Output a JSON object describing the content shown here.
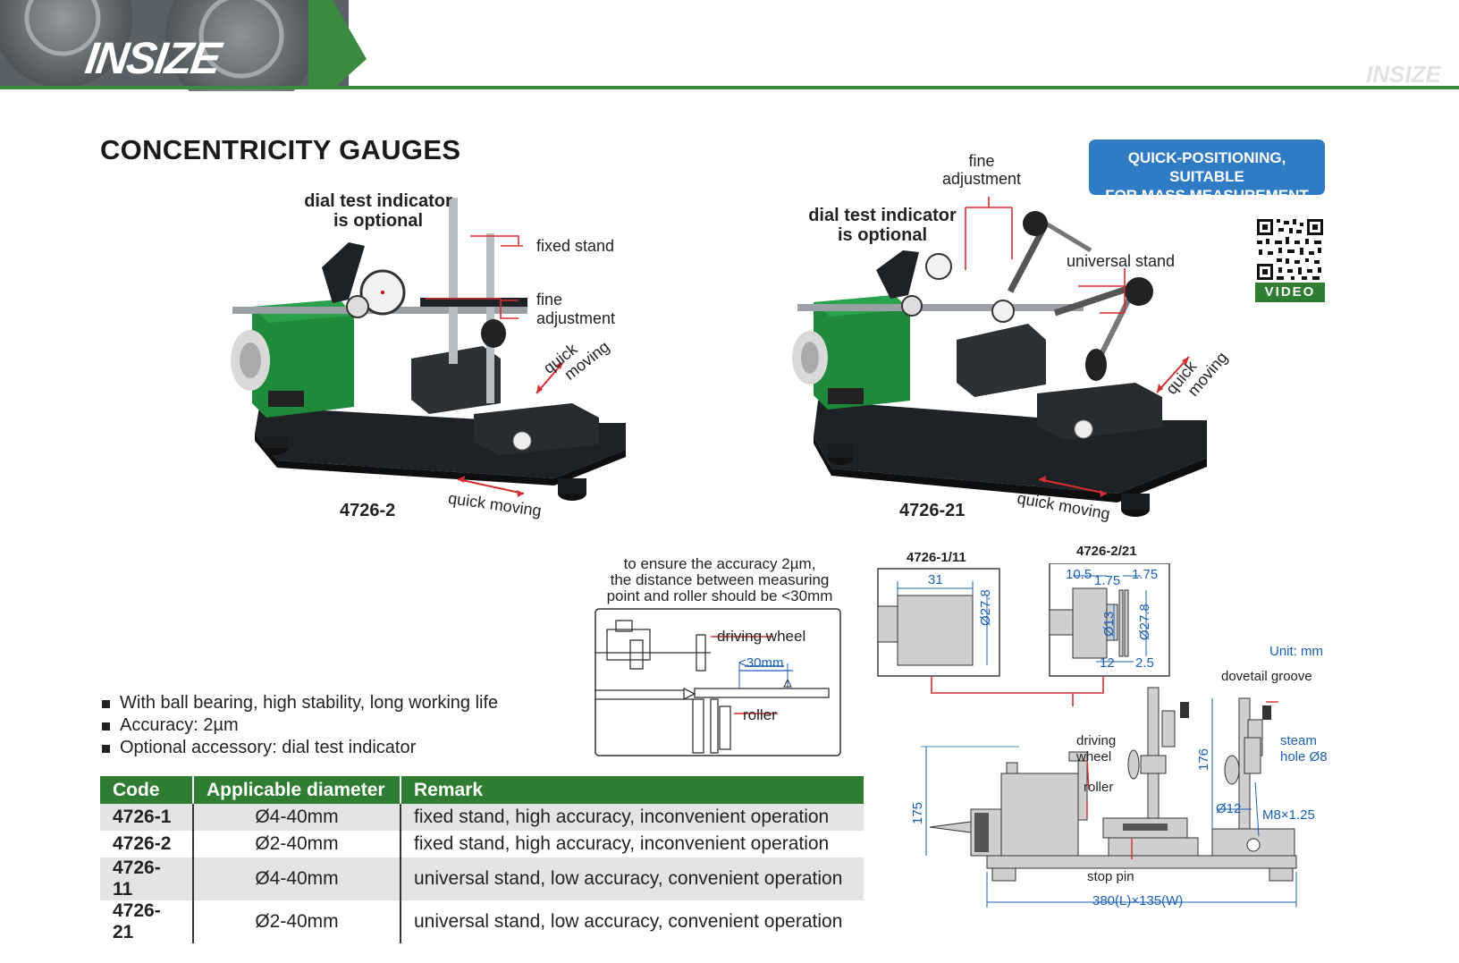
{
  "header": {
    "brand": "INSIZE",
    "watermark": "INSIZE",
    "green": "#3a8a3f"
  },
  "page_title": "CONCENTRICITY GAUGES",
  "badge": {
    "line1": "QUICK-POSITIONING, SUITABLE",
    "line2": "FOR MASS MEASUREMENT"
  },
  "qr": {
    "label": "VIDEO"
  },
  "product_left": {
    "model": "4726-2",
    "indicator_line1": "dial test indicator",
    "indicator_line2": "is optional",
    "fixed_stand": "fixed stand",
    "fine_line1": "fine",
    "fine_line2": "adjustment",
    "quick_line1": "quick",
    "quick_line2": "moving",
    "quick_moving": "quick moving"
  },
  "product_right": {
    "model": "4726-21",
    "indicator_line1": "dial test indicator",
    "indicator_line2": "is optional",
    "fine_line1": "fine",
    "fine_line2": "adjustment",
    "universal_stand": "universal stand",
    "quick_line1": "quick",
    "quick_line2": "moving",
    "quick_moving": "quick moving"
  },
  "accuracy_note": {
    "line1": "to ensure the accuracy 2µm,",
    "line2": "the distance between measuring",
    "line3": "point and roller should be <30mm",
    "driving_wheel": "driving wheel",
    "distance": "<30mm",
    "roller": "roller"
  },
  "features": [
    "With ball bearing, high stability, long working life",
    "Accuracy: 2µm",
    "Optional accessory: dial test indicator"
  ],
  "table": {
    "headers": [
      "Code",
      "Applicable diameter",
      "Remark"
    ],
    "rows": [
      {
        "code": "4726-1",
        "diameter": "Ø4-40mm",
        "remark": "fixed stand, high accuracy, inconvenient operation"
      },
      {
        "code": "4726-2",
        "diameter": "Ø2-40mm",
        "remark": "fixed stand, high accuracy, inconvenient operation"
      },
      {
        "code": "4726-11",
        "diameter": "Ø4-40mm",
        "remark": "universal stand, low accuracy, convenient operation"
      },
      {
        "code": "4726-21",
        "diameter": "Ø2-40mm",
        "remark": "universal stand, low accuracy, convenient operation"
      }
    ]
  },
  "drawing": {
    "unit": "Unit: mm",
    "detail1": {
      "title": "4726-1/11",
      "width": "31",
      "dia": "Ø27.8"
    },
    "detail2": {
      "title": "4726-2/21",
      "d1": "10.5",
      "d2": "1.75",
      "d3": "1.75",
      "d4": "Ø13",
      "d5": "Ø27.8",
      "d6": "12",
      "d7": "2.5"
    },
    "dovetail": "dovetail groove",
    "steam_line1": "steam",
    "steam_line2": "hole Ø8",
    "driving_line1": "driving",
    "driving_line2": "wheel",
    "roller": "roller",
    "h176": "176",
    "h175": "175",
    "d12": "Ø12",
    "thread": "M8×1.25",
    "stop_pin": "stop pin",
    "overall": "380(L)×135(W)"
  }
}
